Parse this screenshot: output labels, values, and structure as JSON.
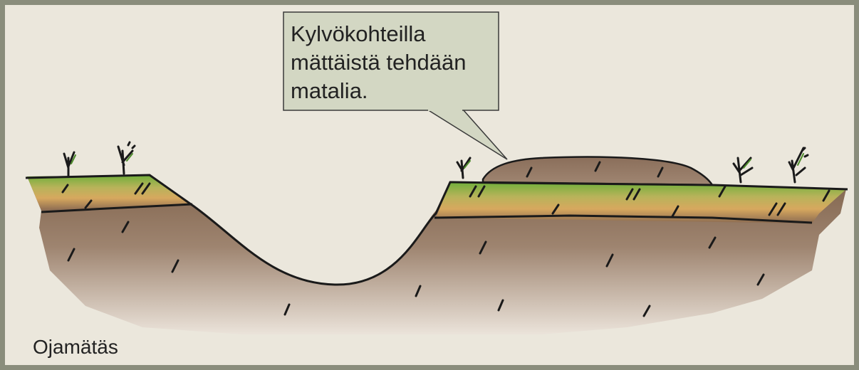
{
  "callout": {
    "lines": [
      "Kylvökohteilla",
      "mättäistä tehdään",
      "matalia."
    ]
  },
  "caption": "Ojamätäs",
  "colors": {
    "background": "#ebe7dc",
    "frame": "#8a8d7c",
    "callout_fill": "#d3d7c3",
    "grass": "#6fae3a",
    "soil_dark": "#7a5c44",
    "soil_light": "#c9b29a",
    "orange_layer": "#d7a85e"
  }
}
